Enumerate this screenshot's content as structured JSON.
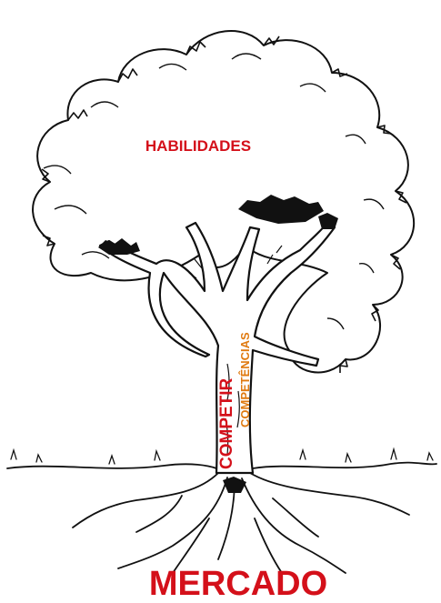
{
  "labels": {
    "canopy": "HABILIDADES",
    "trunk_outer": "COMPETIR",
    "trunk_inner": "COMPETÊNCIAS",
    "ground": "MERCADO"
  },
  "colors": {
    "red": "#d4101a",
    "orange": "#e07a10",
    "ink": "#111111",
    "background": "#ffffff"
  }
}
